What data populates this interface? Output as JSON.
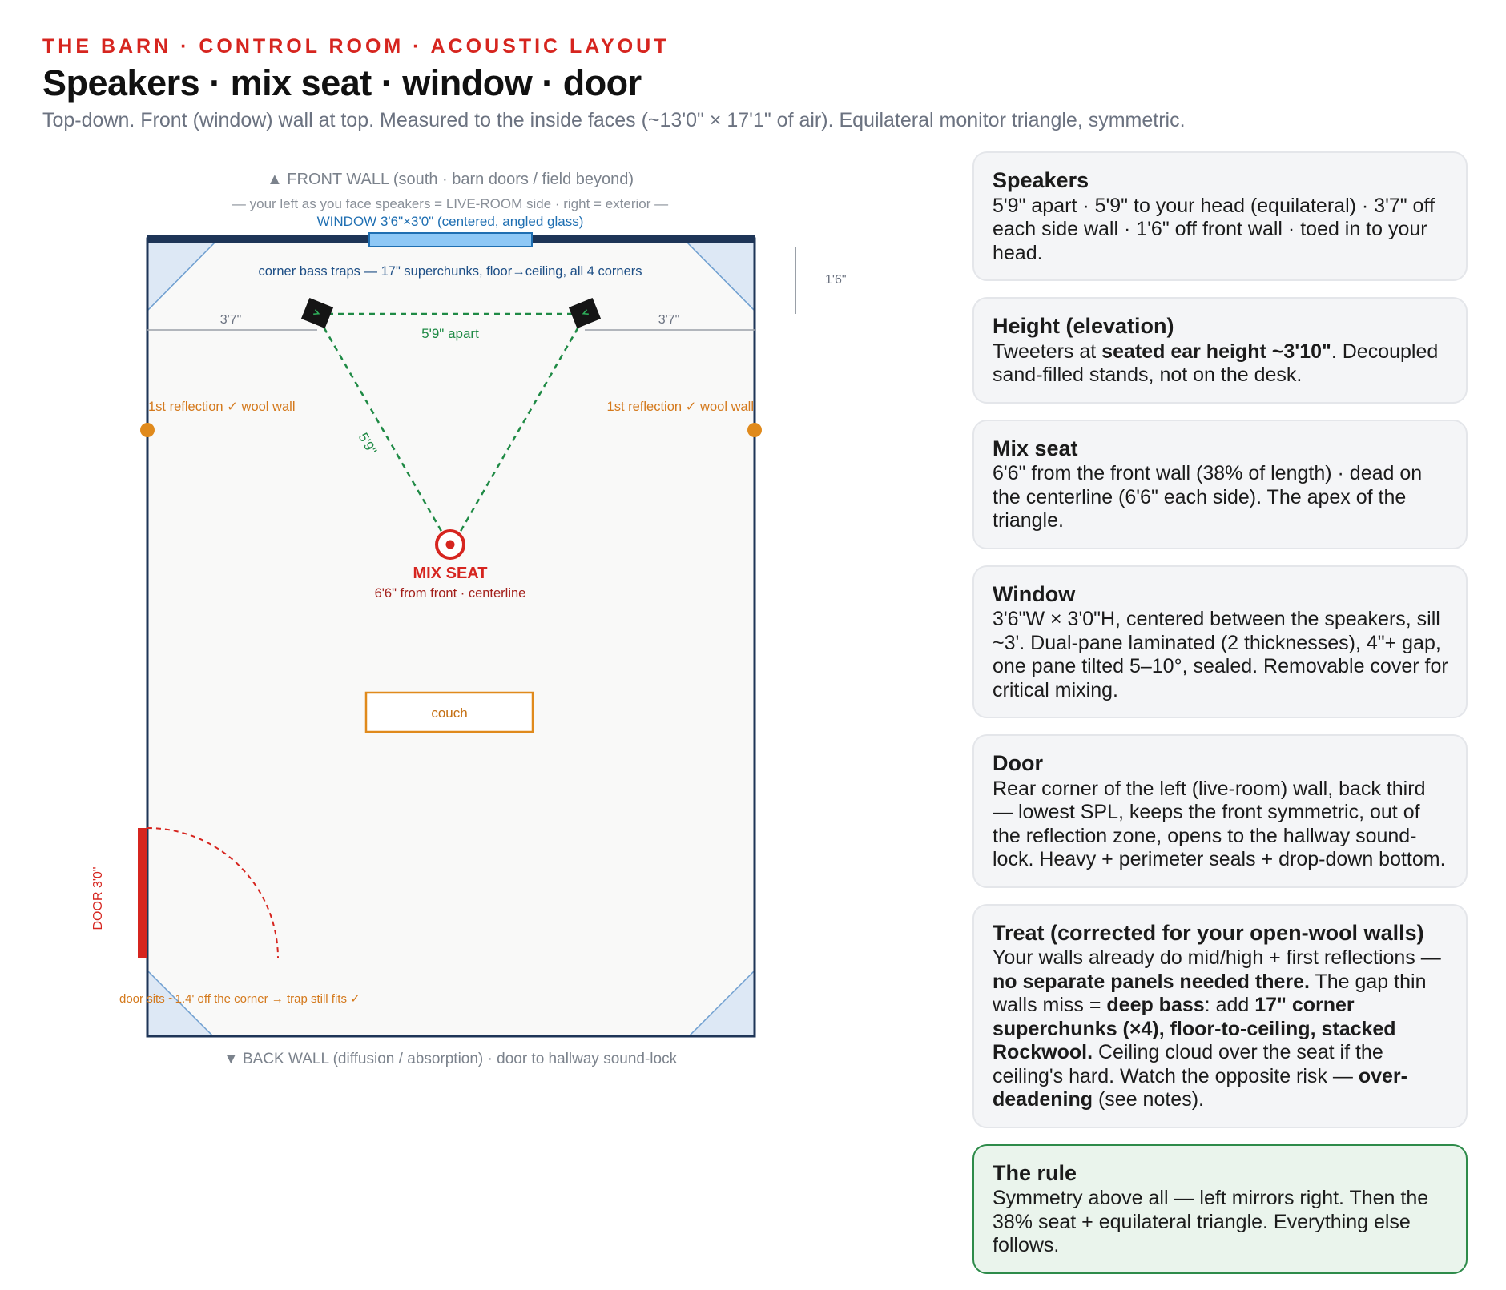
{
  "header": {
    "eyebrow": "THE BARN · CONTROL ROOM · ACOUSTIC LAYOUT",
    "title": "Speakers · mix seat · window · door",
    "subtitle": "Top-down. Front (window) wall at top. Measured to the inside faces (~13'0\" × 17'1\" of air). Equilateral monitor triangle, symmetric."
  },
  "plan": {
    "front_wall_label": "▲ FRONT WALL (south · barn doors / field beyond)",
    "orientation_note": "— your left as you face speakers = LIVE-ROOM side · right = exterior —",
    "window_label": "WINDOW 3'6\"×3'0\" (centered, angled glass)",
    "bass_traps_label": "corner bass traps — 17\" superchunks, floor→ceiling, all 4 corners",
    "front_offset_label": "1'6\"",
    "side_offset_left": "3'7\"",
    "side_offset_right": "3'7\"",
    "speaker_spacing_label": "5'9\" apart",
    "listening_distance_label": "5'9\"",
    "reflection_left": "1st reflection ✓ wool wall",
    "reflection_right": "1st reflection ✓ wool wall",
    "mix_seat_label": "MIX SEAT",
    "mix_seat_sub": "6'6\" from front · centerline",
    "couch_label": "couch",
    "door_label": "DOOR 3'0\"",
    "door_note": "door sits ~1.4' off the corner → trap still fits ✓",
    "back_wall_label": "▼ BACK WALL (diffusion / absorption) · door to hallway sound-lock",
    "colors": {
      "wall": "#1e3557",
      "window": "#8ec8f6",
      "window_text": "#1f6fb2",
      "trap_fill": "#dde8f5",
      "triangle": "#1f8a45",
      "mix_seat": "#d6251f",
      "couch": "#e08a1c",
      "reflection": "#d4791c",
      "door": "#d6251f"
    }
  },
  "cards": [
    {
      "title": "Speakers",
      "body": "5'9\" apart · 5'9\" to your head (equilateral) · 3'7\" off each side wall · 1'6\" off front wall · toed in to your head."
    },
    {
      "title": "Height (elevation)",
      "body": "Tweeters at <b>seated ear height ~3'10\"</b>. Decoupled sand-filled stands, not on the desk."
    },
    {
      "title": "Mix seat",
      "body": "6'6\" from the front wall (38% of length) · dead on the centerline (6'6\" each side). The apex of the triangle."
    },
    {
      "title": "Window",
      "body": "3'6\"W × 3'0\"H, centered between the speakers, sill ~3'. Dual-pane laminated (2 thicknesses), 4\"+ gap, one pane tilted 5–10°, sealed. Removable cover for critical mixing."
    },
    {
      "title": "Door",
      "body": "Rear corner of the left (live-room) wall, back third — lowest SPL, keeps the front symmetric, out of the reflection zone, opens to the hallway sound-lock. Heavy + perimeter seals + drop-down bottom."
    },
    {
      "title": "Treat (corrected for your open-wool walls)",
      "body": "Your walls already do mid/high + first reflections — <b>no separate panels needed there.</b> The gap thin walls miss = <b>deep bass</b>: add <b>17\" corner superchunks (×4), floor-to-ceiling, stacked Rockwool.</b> Ceiling cloud over the seat if the ceiling's hard. Watch the opposite risk — <b>over-deadening</b> (see notes)."
    },
    {
      "title": "The rule",
      "body": "Symmetry above all — left mirrors right. Then the 38% seat + equilateral triangle. Everything else follows."
    }
  ]
}
